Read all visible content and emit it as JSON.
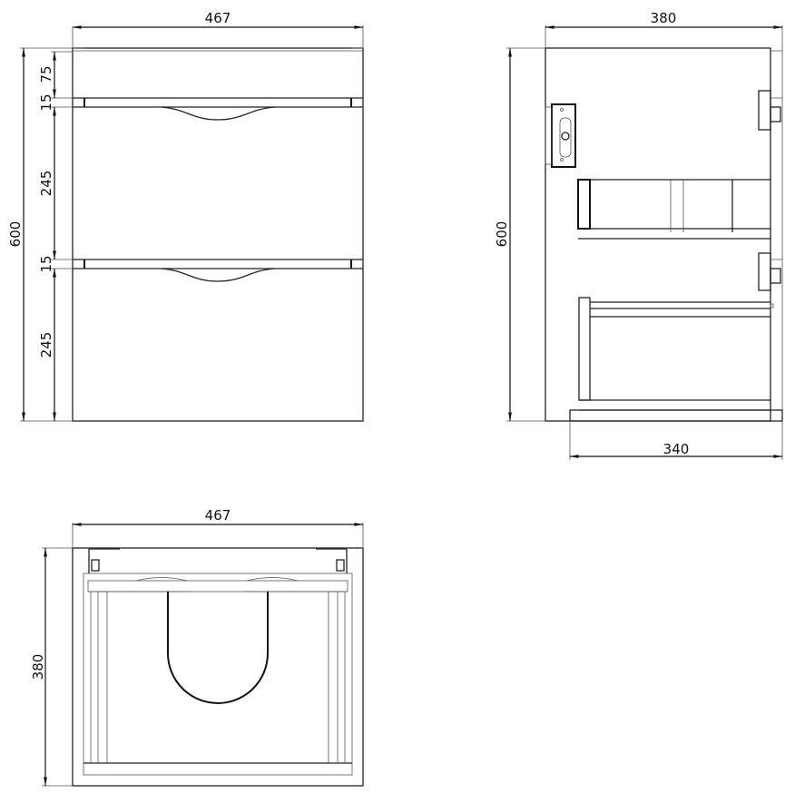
{
  "front_view": {
    "width": "467",
    "height": "600",
    "top_panel": "75",
    "gap_1": "15",
    "drawer_1": "245",
    "gap_2": "15",
    "drawer_2": "245"
  },
  "side_view": {
    "depth": "380",
    "height": "600",
    "base_depth": "340"
  },
  "plan_view": {
    "width": "467",
    "depth": "380"
  },
  "colors": {
    "line": "#222222",
    "background": "#ffffff"
  }
}
